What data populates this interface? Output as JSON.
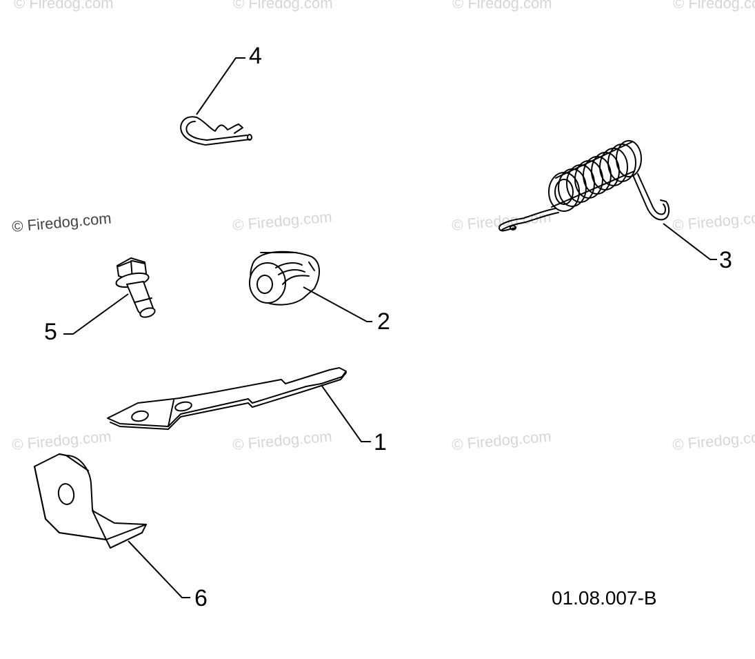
{
  "watermark": {
    "text": "© Firedog.com",
    "color": "#d6d6d6",
    "dark_color": "#444444"
  },
  "callouts": {
    "part1": "1",
    "part2": "2",
    "part3": "3",
    "part4": "4",
    "part5": "5",
    "part6": "6"
  },
  "drawing_number": "01.08.007-B"
}
